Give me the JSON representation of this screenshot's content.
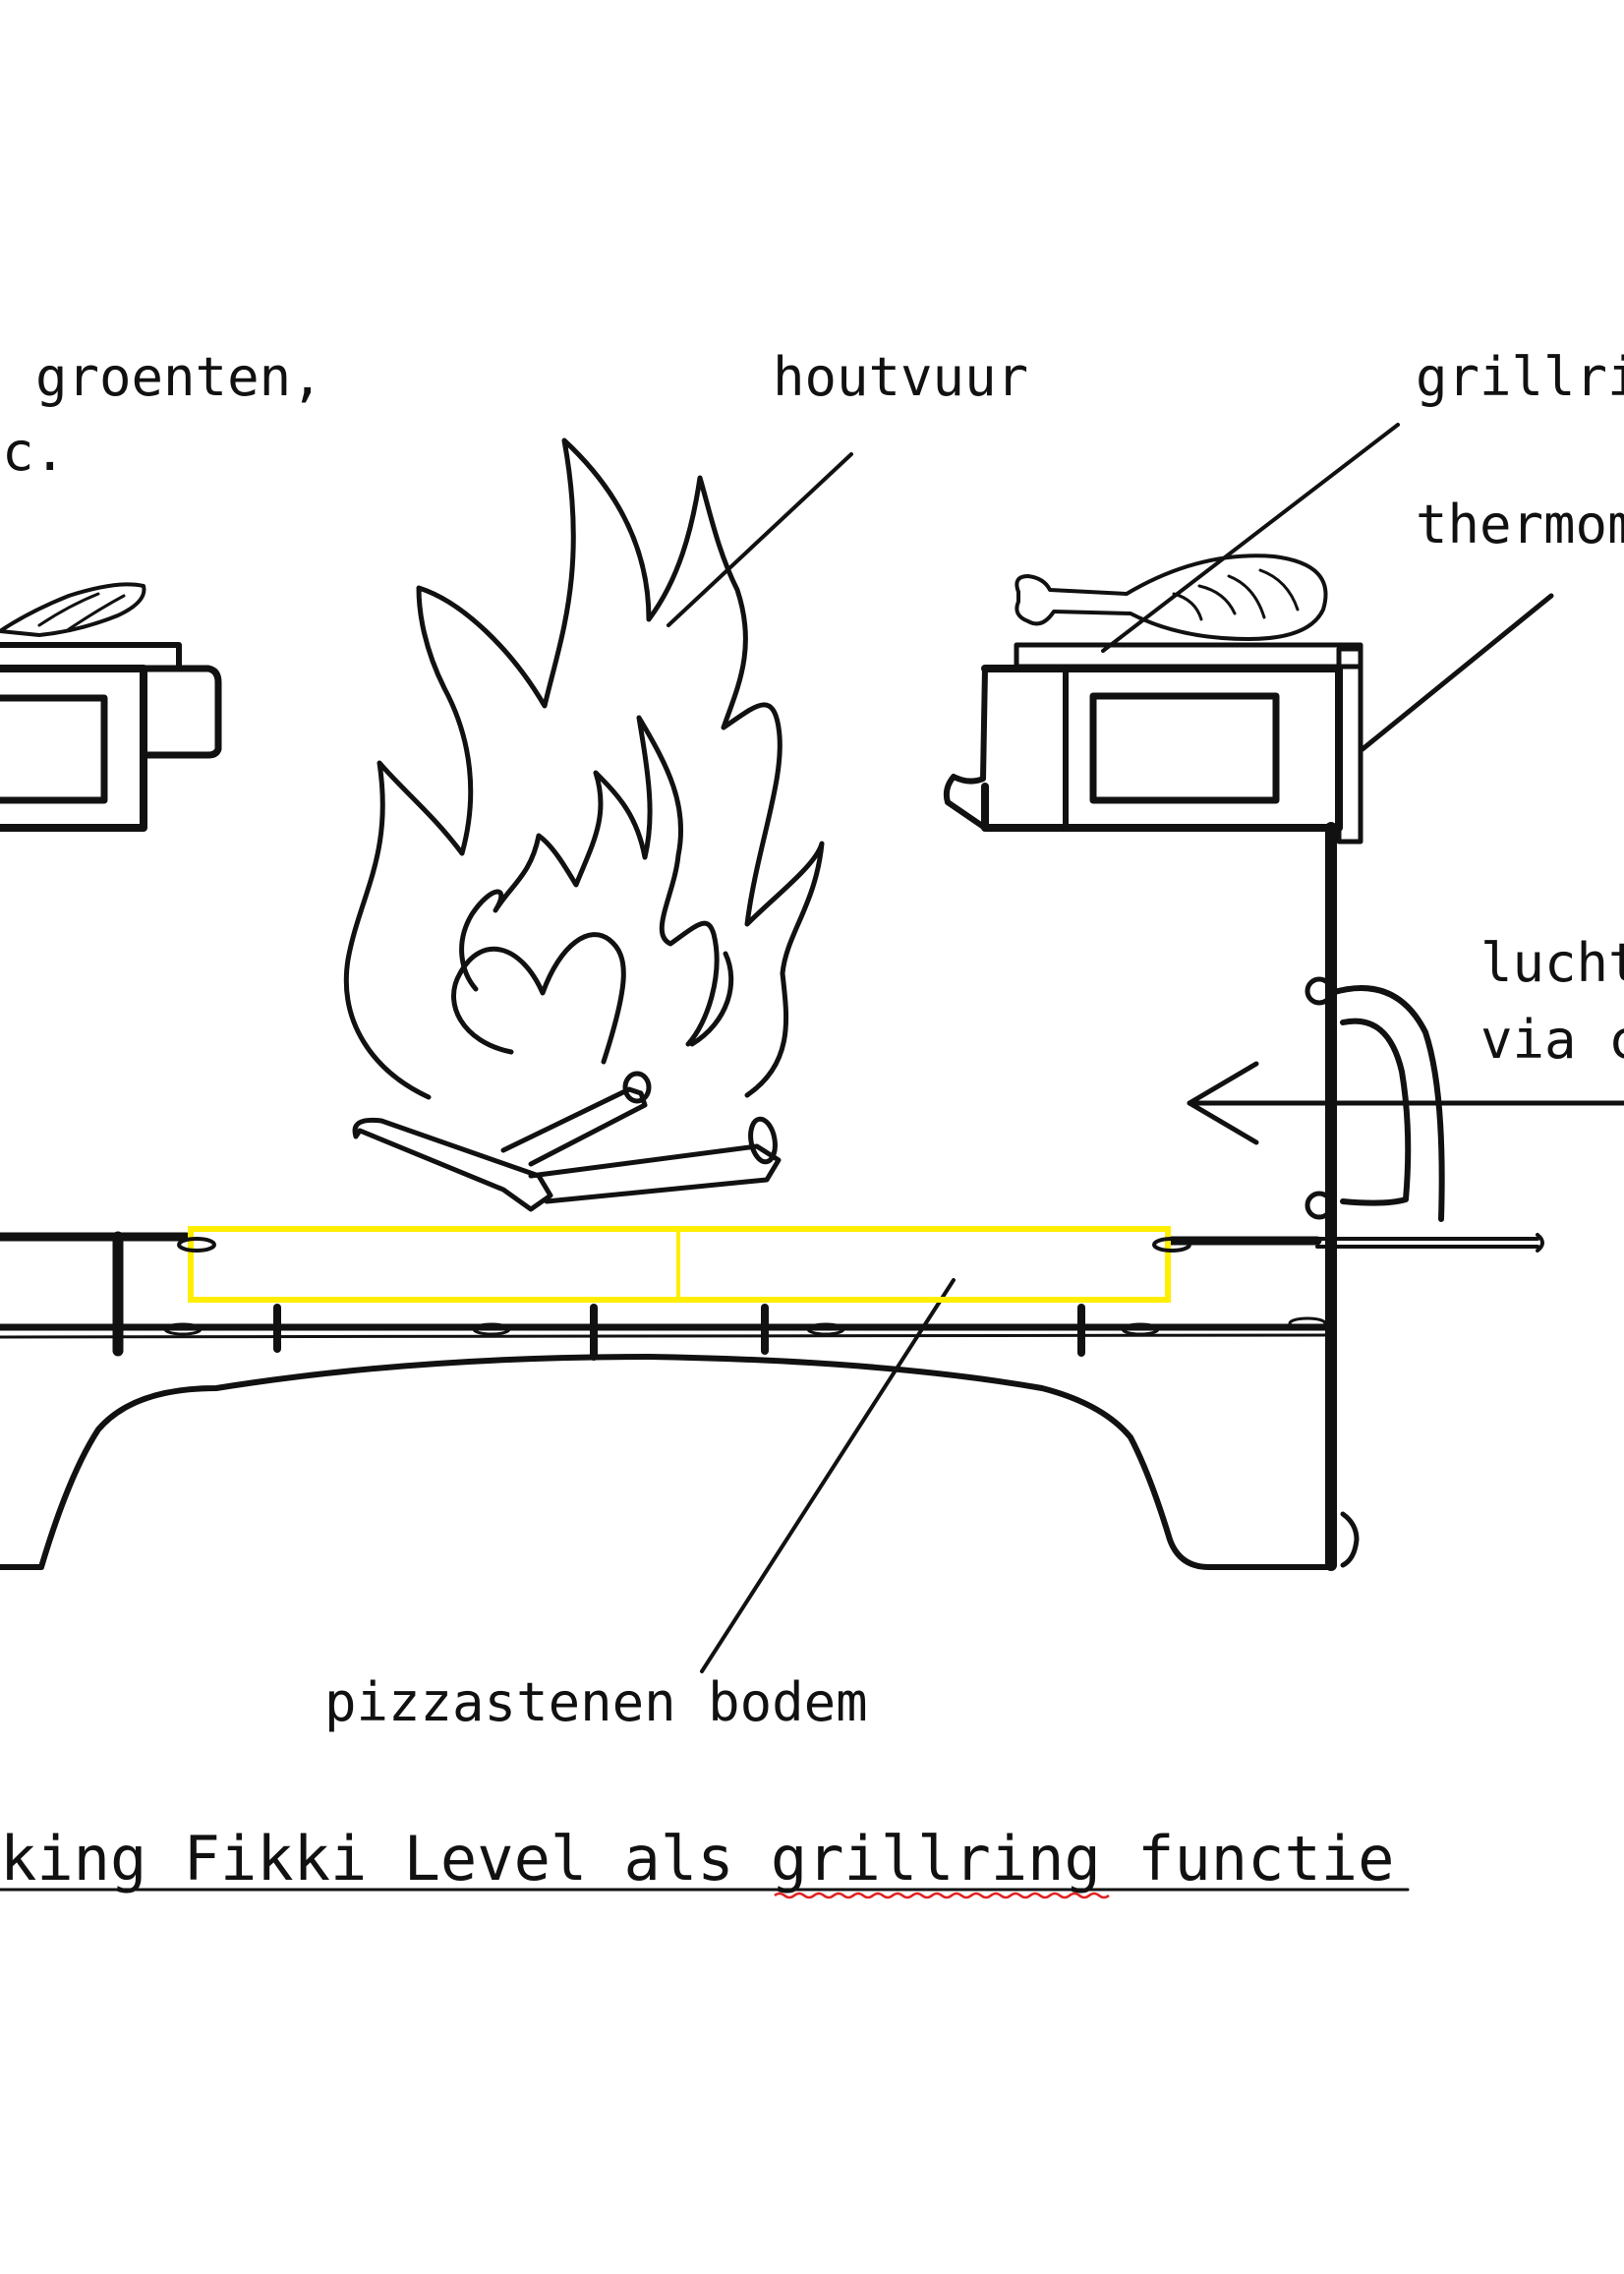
{
  "labels": {
    "groenten": "groenten,",
    "etc": "c.",
    "houtvuur": "houtvuur",
    "grillring": "grillri",
    "thermometer": "thermom",
    "lucht": "lucht",
    "via": "via c",
    "pizzastenen": "pizzastenen bodem"
  },
  "caption": "king Fikki Level als grillring functie",
  "colors": {
    "ink": "#111111",
    "pizza_stone": "#ffee00",
    "spellcheck": "#e02020"
  }
}
